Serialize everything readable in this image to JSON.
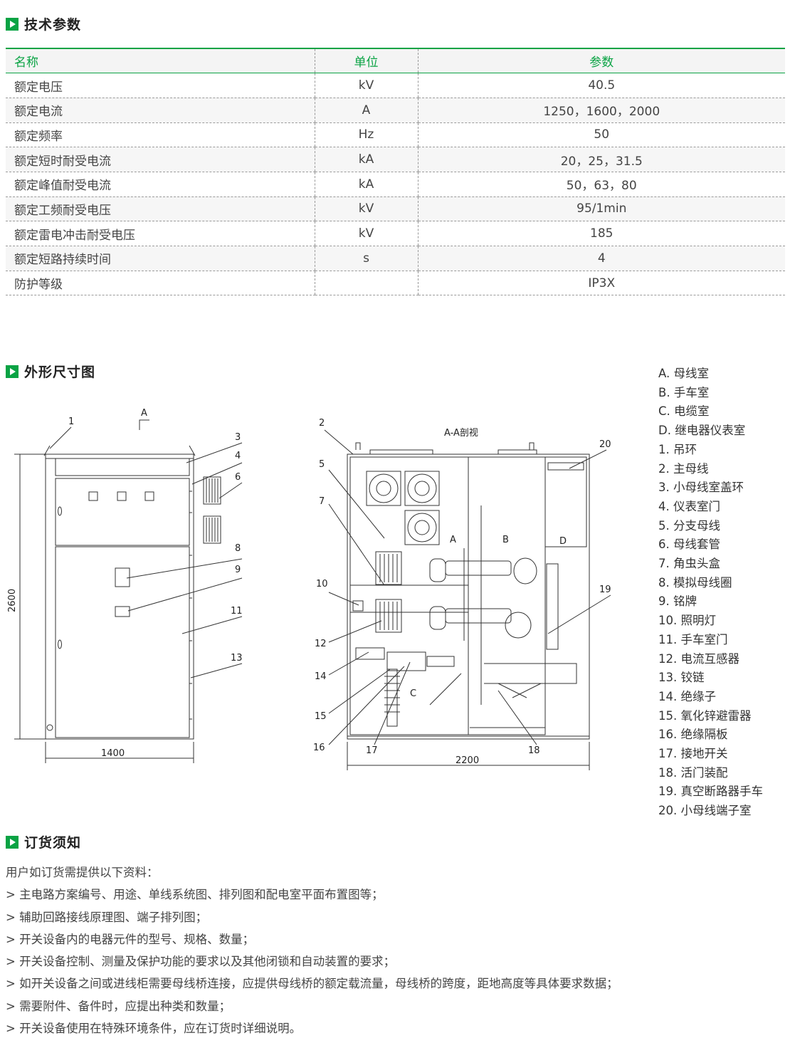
{
  "sections": {
    "tech": "技术参数",
    "dims": "外形尺寸图",
    "order": "订货须知"
  },
  "table": {
    "headers": [
      "名称",
      "单位",
      "参数"
    ],
    "rows": [
      [
        "额定电压",
        "kV",
        "40.5"
      ],
      [
        "额定电流",
        "A",
        "1250，1600，2000"
      ],
      [
        "额定频率",
        "Hz",
        "50"
      ],
      [
        "额定短时耐受电流",
        "kA",
        "20，25，31.5"
      ],
      [
        "额定峰值耐受电流",
        "kA",
        "50，63，80"
      ],
      [
        "额定工频耐受电压",
        "kV",
        "95/1min"
      ],
      [
        "额定雷电冲击耐受电压",
        "kV",
        "185"
      ],
      [
        "额定短路持续时间",
        "s",
        "4"
      ],
      [
        "防护等级",
        "",
        "IP3X"
      ]
    ]
  },
  "drawing": {
    "section_title": "A-A剖视",
    "section_mark": "A",
    "dim_height": "2600",
    "dim_width_front": "1400",
    "dim_width_side": "2200",
    "compartments": [
      "A",
      "B",
      "C",
      "D"
    ],
    "callouts_front": [
      "1",
      "3",
      "4",
      "6",
      "8",
      "9",
      "11",
      "13"
    ],
    "callouts_side": [
      "2",
      "5",
      "7",
      "10",
      "12",
      "14",
      "15",
      "16",
      "17",
      "18",
      "19",
      "20"
    ]
  },
  "legend": [
    "A. 母线室",
    "B. 手车室",
    "C. 电缆室",
    "D. 继电器仪表室",
    "1. 吊环",
    "2. 主母线",
    "3. 小母线室盖环",
    "4. 仪表室门",
    "5. 分支母线",
    "6. 母线套管",
    "7. 角虫头盒",
    "8. 模拟母线圈",
    "9. 铭牌",
    "10. 照明灯",
    "11. 手车室门",
    "12. 电流互感器",
    "13. 铰链",
    "14. 绝缘子",
    "15. 氧化锌避雷器",
    "16. 绝缘隔板",
    "17. 接地开关",
    "18. 活门装配",
    "19. 真空断路器手车",
    "20. 小母线端子室"
  ],
  "notes": {
    "intro": "用户如订货需提供以下资料：",
    "items": [
      "> 主电路方案编号、用途、单线系统图、排列图和配电室平面布置图等；",
      "> 辅助回路接线原理图、端子排列图；",
      "> 开关设备内的电器元件的型号、规格、数量；",
      "> 开关设备控制、测量及保护功能的要求以及其他闭锁和自动装置的要求；",
      "> 如开关设备之间或进线柜需要母线桥连接，应提供母线桥的额定载流量，母线桥的跨度，距地高度等具体要求数据；",
      "> 需要附件、备件时，应提出种类和数量；",
      "> 开关设备使用在特殊环境条件，应在订货时详细说明。"
    ]
  },
  "colors": {
    "accent": "#0aa344"
  }
}
